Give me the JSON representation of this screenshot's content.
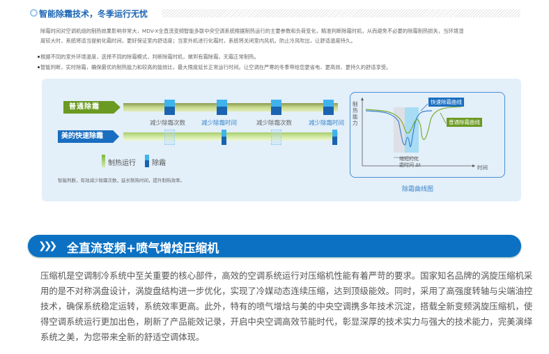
{
  "section1": {
    "title": "智能除霜技术，冬季运行无忧",
    "paragraph_lines": [
      "除霜时间对空调机组的制热效果影响非常大，MDV-X全直流变频智能多联中央空调系统根据制热运行的主要参数和负荷变化，精准判断除霜时机，从而避免不必要的除霜制热损失，当环境湿",
      "度较大时，系统将适当提前化霜时间，更好保证室内舒适度；当室外机进行化霜时，系统将关闭室内风机，防止冷风吹出，让舒适温度持久。"
    ],
    "bullets": [
      "根据不同的室外环境温度，选择不同的除霜模式，判断除霜时机，做到有霜除霜，无霜正常制热。",
      "智能判断，实时除霜，确保最优的制热能力和较高的能效比，最大限度延长正常运行时间。让空调在严寒的冬季带给您更省电、更高效、更持久的舒适享受。"
    ]
  },
  "diagram": {
    "normal_label": "普通除霜",
    "fast_label": "美的快速除霜",
    "captions": [
      "减少除霜次数",
      "减少除霜时间",
      "减少除霜次数",
      "减少除霜时间"
    ],
    "legend": {
      "heating": "制热运行",
      "defrost": "除霜"
    },
    "note": "智能判断，有效减少除霜次数，延长制热时间，提升制热效率。",
    "curve": {
      "y_label": "制热能力",
      "x_label": "时间",
      "fast_curve": "快速除霜曲线",
      "normal_curve": "普通除霜曲线",
      "delta_line1": "缩短的化",
      "delta_line2": "霜时间 Δt",
      "caption": "除霜曲线图"
    },
    "colors": {
      "green": "#6b9a22",
      "blue": "#1a6ec0"
    }
  },
  "section2": {
    "title": "全直流变频+喷气增焓压缩机",
    "paragraph_lines": [
      "压缩机是空调制冷系统中至关重要的核心部件，高效的空调系统运行对压缩机性能有着严苛的要求。国家知名品牌的涡旋压缩机采",
      "用的是不对称涡盘设计，涡旋盘结构进一步优化，实现了冷媒动态连续压缩，达到顶级能效。同时，采用了高强度转轴与尖端油控",
      "技术，确保系统稳定运转，系统效率更高。此外，特有的喷气增焓与美的中央空调携多年技术沉淀，搭载全新变频涡旋压缩机，使",
      "得空调系统运行更加出色，刷新了产品能效记录，开启中央空调高效节能时代，彰显深厚的技术实力与强大的技术能力，完美演绎",
      "系统之美，为您带来全新的舒适空调体现。"
    ]
  }
}
